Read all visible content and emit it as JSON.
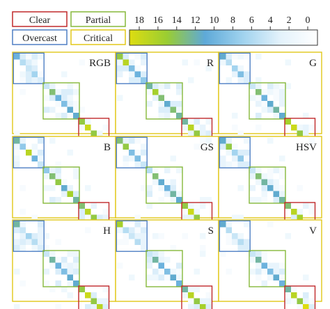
{
  "colors": {
    "clear": "#c0282a",
    "partial": "#86b83a",
    "overcast": "#4f7fc4",
    "critical": "#e2c718"
  },
  "legend": {
    "clear": "Clear",
    "partial": "Partial",
    "overcast": "Overcast",
    "critical": "Critical"
  },
  "colorbar": {
    "ticks": [
      "18",
      "16",
      "14",
      "12",
      "10",
      "8",
      "6",
      "4",
      "2",
      "0"
    ],
    "min": 0,
    "max": 18,
    "direction": "high-to-low left-to-right",
    "stops": [
      "#dddd11",
      "#9acd32",
      "#5ea9d8",
      "#9fd2ee",
      "#e3f2fb",
      "#ffffff"
    ]
  },
  "chart_data": {
    "type": "heatmap",
    "layout": "3x3 grid of confusion matrices",
    "panels": [
      {
        "label": "RGB",
        "groups": [
          {
            "class": "Overcast",
            "size": 5
          },
          {
            "class": "Partial",
            "size": 6
          },
          {
            "class": "Clear",
            "size": 5
          }
        ]
      },
      {
        "label": "R",
        "groups": [
          {
            "class": "Overcast",
            "size": 5
          },
          {
            "class": "Partial",
            "size": 6
          },
          {
            "class": "Clear",
            "size": 5
          }
        ]
      },
      {
        "label": "G",
        "groups": [
          {
            "class": "Overcast",
            "size": 5
          },
          {
            "class": "Partial",
            "size": 6
          },
          {
            "class": "Clear",
            "size": 5
          }
        ]
      },
      {
        "label": "B",
        "groups": [
          {
            "class": "Overcast",
            "size": 5
          },
          {
            "class": "Partial",
            "size": 6
          },
          {
            "class": "Clear",
            "size": 5
          }
        ]
      },
      {
        "label": "GS",
        "groups": [
          {
            "class": "Overcast",
            "size": 5
          },
          {
            "class": "Partial",
            "size": 6
          },
          {
            "class": "Clear",
            "size": 5
          }
        ]
      },
      {
        "label": "HSV",
        "groups": [
          {
            "class": "Overcast",
            "size": 5
          },
          {
            "class": "Partial",
            "size": 6
          },
          {
            "class": "Clear",
            "size": 5
          }
        ]
      },
      {
        "label": "H",
        "groups": [
          {
            "class": "Overcast",
            "size": 5
          },
          {
            "class": "Partial",
            "size": 6
          },
          {
            "class": "Clear",
            "size": 5
          }
        ]
      },
      {
        "label": "S",
        "groups": [
          {
            "class": "Overcast",
            "size": 5
          },
          {
            "class": "Partial",
            "size": 6
          },
          {
            "class": "Clear",
            "size": 5
          }
        ]
      },
      {
        "label": "V",
        "groups": [
          {
            "class": "Overcast",
            "size": 5
          },
          {
            "class": "Partial",
            "size": 6
          },
          {
            "class": "Clear",
            "size": 5
          }
        ]
      }
    ],
    "critical_frame": "Critical",
    "matrix_size": 16,
    "diagonal_values": [
      [
        10,
        6,
        5,
        7,
        4,
        5,
        13,
        10,
        9,
        11,
        11,
        14,
        17,
        14,
        16,
        12
      ],
      [
        14,
        16,
        9,
        10,
        8,
        12,
        15,
        13,
        11,
        13,
        12,
        12,
        16,
        14,
        18,
        12
      ],
      [
        11,
        6,
        7,
        9,
        4,
        5,
        13,
        10,
        11,
        12,
        11,
        15,
        17,
        14,
        16,
        12
      ],
      [
        12,
        8,
        16,
        10,
        5,
        8,
        13,
        14,
        11,
        15,
        12,
        13,
        16,
        14,
        15,
        12
      ],
      [
        13,
        14,
        9,
        9,
        5,
        6,
        13,
        11,
        10,
        12,
        11,
        14,
        17,
        14,
        18,
        12
      ],
      [
        11,
        14,
        7,
        8,
        4,
        5,
        13,
        12,
        11,
        11,
        12,
        13,
        16,
        15,
        17,
        12
      ],
      [
        12,
        5,
        7,
        6,
        4,
        5,
        12,
        10,
        9,
        11,
        11,
        14,
        17,
        14,
        16,
        13
      ],
      [
        15,
        6,
        5,
        6,
        3,
        5,
        12,
        10,
        9,
        11,
        10,
        12,
        16,
        14,
        15,
        12
      ],
      [
        11,
        6,
        5,
        6,
        4,
        5,
        12,
        10,
        9,
        11,
        10,
        12,
        16,
        14,
        18,
        12
      ]
    ],
    "off_diagonal_pattern": "light values (1-4) concentrated inside the class blocks, sparse elsewhere"
  }
}
